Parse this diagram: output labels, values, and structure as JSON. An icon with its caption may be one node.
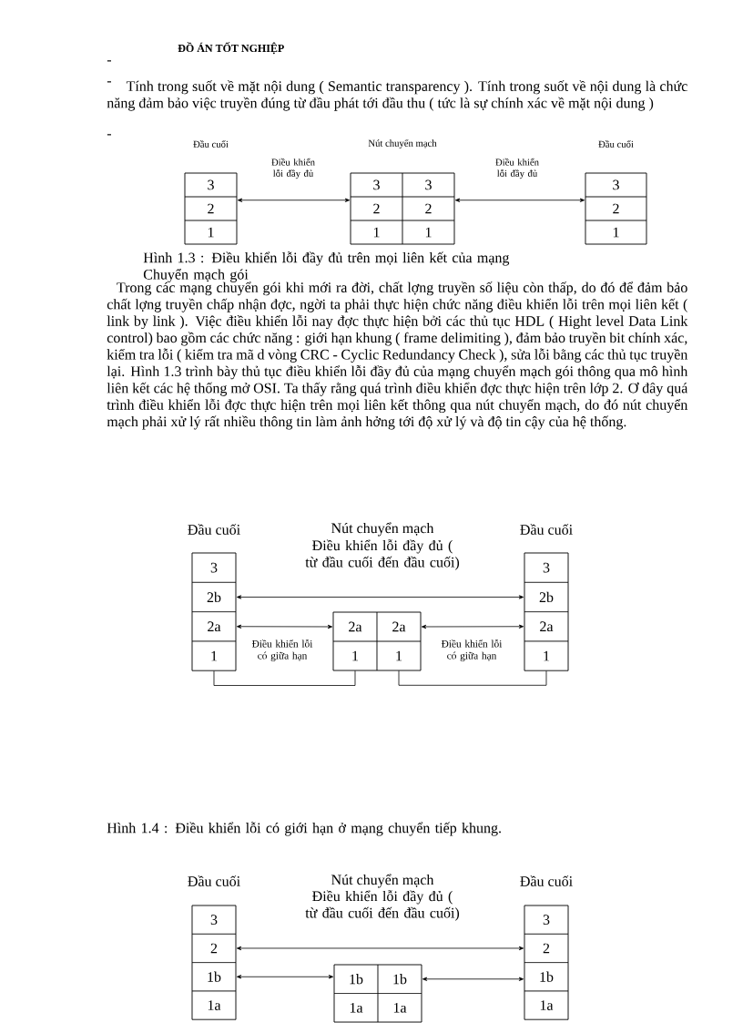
{
  "diagram": {
    "title": "ĐỒ ÁN TỐT NGHIỆP",
    "nodes": [
      {
        "text": [],
        "shape": "box",
        "beside": [
          "Đầu cuối"
        ]
      },
      {
        "text": [
          "3"
        ],
        "in": 0
      },
      {
        "text": [
          "2"
        ],
        "in": 0
      },
      {
        "text": [
          "1"
        ],
        "in": 0
      },
      {
        "text": [],
        "shape": "box",
        "beside": [
          "Nút chuyển mạch"
        ]
      },
      {
        "text": [
          "3"
        ],
        "in": 4
      },
      {
        "text": [
          "3"
        ],
        "in": 4
      },
      {
        "text": [
          "2"
        ],
        "in": 4
      },
      {
        "text": [
          "2"
        ],
        "in": 4
      },
      {
        "text": [
          "1"
        ],
        "in": 4
      },
      {
        "text": [
          "1"
        ],
        "in": 4
      },
      {
        "text": [],
        "shape": "box",
        "beside": [
          "Đầu cuối"
        ]
      },
      {
        "text": [
          "3"
        ],
        "in": 11
      },
      {
        "text": [
          "2"
        ],
        "in": 11
      },
      {
        "text": [
          "1"
        ],
        "in": 11
      },
      {
        "text": [],
        "shape": "box",
        "beside": [
          "Đầu cuối"
        ]
      },
      {
        "text": [
          "3"
        ],
        "in": 15
      },
      {
        "text": [
          "2b"
        ],
        "in": 15
      },
      {
        "text": [
          "2a"
        ],
        "in": 15
      },
      {
        "text": [
          "1"
        ],
        "in": 15
      },
      {
        "text": [],
        "shape": "box"
      },
      {
        "text": [
          "2a"
        ],
        "in": 20
      },
      {
        "text": [
          "2a"
        ],
        "in": 20
      },
      {
        "text": [
          "1"
        ],
        "in": 20
      },
      {
        "text": [
          "1"
        ],
        "in": 20
      },
      {
        "text": [],
        "shape": "box",
        "beside": [
          "Đầu cuối"
        ]
      },
      {
        "text": [
          "3"
        ],
        "in": 25
      },
      {
        "text": [
          "2b"
        ],
        "in": 25
      },
      {
        "text": [
          "2a"
        ],
        "in": 25
      },
      {
        "text": [
          "1"
        ],
        "in": 25
      },
      {
        "text": [],
        "shape": "box",
        "beside": [
          "Đầu cuối"
        ]
      },
      {
        "text": [
          "3"
        ],
        "in": 30
      },
      {
        "text": [
          "2"
        ],
        "in": 30
      },
      {
        "text": [
          "1b"
        ],
        "in": 30
      },
      {
        "text": [
          "1a"
        ],
        "in": 30
      },
      {
        "text": [],
        "shape": "box"
      },
      {
        "text": [
          "1b"
        ],
        "in": 35
      },
      {
        "text": [
          "1b"
        ],
        "in": 35
      },
      {
        "text": [
          "1a"
        ],
        "in": 35
      },
      {
        "text": [
          "1a"
        ],
        "in": 35
      },
      {
        "text": [],
        "shape": "box",
        "beside": [
          "Đầu cuối"
        ]
      },
      {
        "text": [
          "3"
        ],
        "in": 40
      },
      {
        "text": [
          "2"
        ],
        "in": 40
      },
      {
        "text": [
          "1b"
        ],
        "in": 40
      },
      {
        "text": [
          "1a"
        ],
        "in": 40
      }
    ],
    "edges": [
      {
        "from": 0,
        "to": 4,
        "arrow": "both",
        "label": "Điều khiển lỗi đầy đủ"
      },
      {
        "from": 4,
        "to": 11,
        "arrow": "both",
        "label": "Điều khiển lỗi đầy đủ"
      },
      {
        "from": 17,
        "to": 27,
        "arrow": "both",
        "label": "Điều khiển lỗi đầy đủ ( từ đầu cuối đến đầu cuối)"
      },
      {
        "from": 18,
        "to": 21,
        "arrow": "both",
        "label": "Điều khiển lỗi có giữa hạn"
      },
      {
        "from": 22,
        "to": 28,
        "arrow": "both",
        "label": "Điều khiển lỗi có giữa hạn"
      },
      {
        "from": 19,
        "to": 23,
        "arrow": "none"
      },
      {
        "from": 24,
        "to": 29,
        "arrow": "none"
      },
      {
        "from": 32,
        "to": 42,
        "arrow": "both",
        "label": "Điều khiển lỗi đầy đủ ( từ đầu cuối đến đầu cuối)"
      },
      {
        "from": 33,
        "to": 36,
        "arrow": "both"
      },
      {
        "from": 37,
        "to": 43,
        "arrow": "both"
      }
    ],
    "labels": [
      "-",
      "-",
      "Tính trong suốt về mặt nội dung ( Semantic transparency ). Tính trong suốt về nội dung là chức năng đảm bảo việc truyền đúng từ đầu phát tới đầu thu ( tức là sự chính xác về mặt nội dung )",
      "-",
      "Hình 1.3 : Điều khiển lỗi đầy đủ trên mọi liên kết của mạng Chuyển mạch gói",
      "Trong các mạng chuyển gói khi mới ra đời, chất lợng truyền số liệu còn thấp, do đó để đảm bảo chất lợng truyền chấp nhận đợc, ngời ta phải thực hiện chức năng điều khiển lỗi trên mọi liên kết ( link by link ). Việc điều khiển lỗi nay đợc thực hiện bởi các thủ tục HDL ( Hight level Data Link control) bao gồm các chức năng : giới hạn khung ( frame delimiting ), đảm bảo truyền bit chính xác, kiểm tra lỗi ( kiểm tra mã d vòng CRC - Cyclic Redundancy Check ), sửa lỗi bằng các thủ tục truyền lại. Hình 1.3 trình bày thủ tục điều khiển lỗi đầy đủ của mạng chuyển mạch gói thông qua mô hình liên kết các hệ thống mở OSI. Ta thấy rằng quá trình điều khiển đợc thực hiện trên lớp 2. Ơ đây quá trình điều khiển lỗi đợc thực hiện trên mọi liên kết thông qua nút chuyển mạch, do đó nút chuyển mạch phải xử lý rất nhiều thông tin làm ảnh hởng tới độ xử lý và độ tin cậy của hệ thống.",
      "Nút chuyển mạch",
      "Hình 1.4 : Điều khiển lỗi có giới hạn ở mạng chuyển tiếp khung.",
      "Nút chuyển mạch"
    ]
  }
}
